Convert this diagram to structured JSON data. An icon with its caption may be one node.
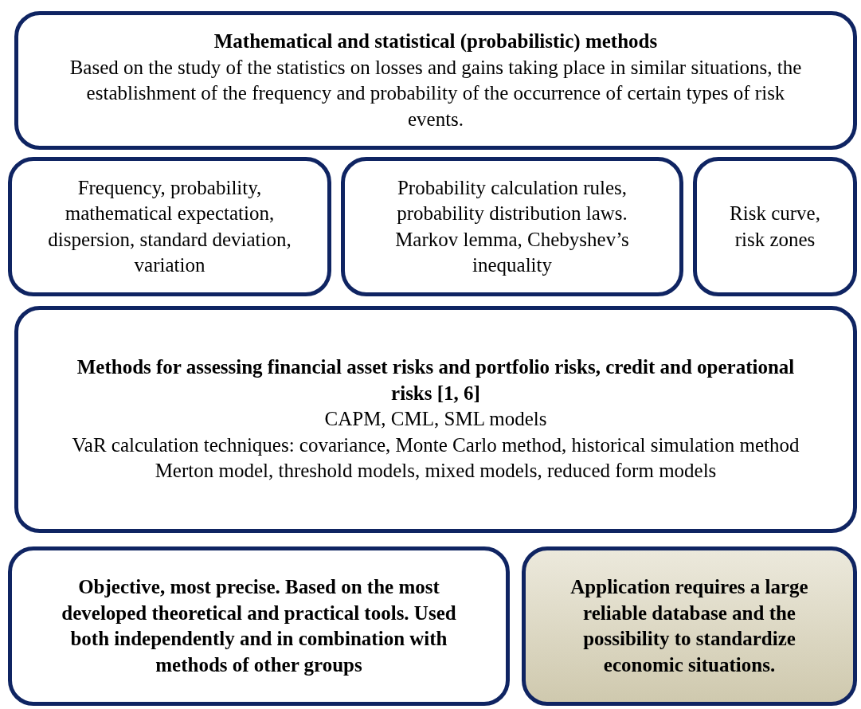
{
  "diagram": {
    "nodes": [
      {
        "text": [
          "Mathematical and statistical (probabilistic) methods",
          "Based on the study of the statistics on losses and gains taking place in similar situations, the establishment of the frequency and probability of the occurrence of certain types of risk events."
        ]
      },
      {
        "text": [
          "Frequency, probability, mathematical expectation, dispersion, standard deviation, variation"
        ]
      },
      {
        "text": [
          "Probability calculation rules, probability distribution laws. Markov lemma, Chebyshev’s inequality"
        ]
      },
      {
        "text": [
          "Risk curve, risk zones"
        ]
      },
      {
        "text": [
          "Methods for assessing financial asset risks and portfolio risks, credit and operational risks [1, 6]",
          "CAPM, CML, SML models",
          "VaR calculation techniques: covariance, Monte Carlo method, historical simulation method",
          "Merton model, threshold models, mixed models, reduced form models"
        ]
      },
      {
        "text": [
          "Objective, most precise. Based on the most developed theoretical and practical tools. Used both independently and in combination with methods of other groups"
        ]
      },
      {
        "text": [
          "Application requires a large reliable database and the possibility to standardize economic situations."
        ]
      }
    ]
  }
}
